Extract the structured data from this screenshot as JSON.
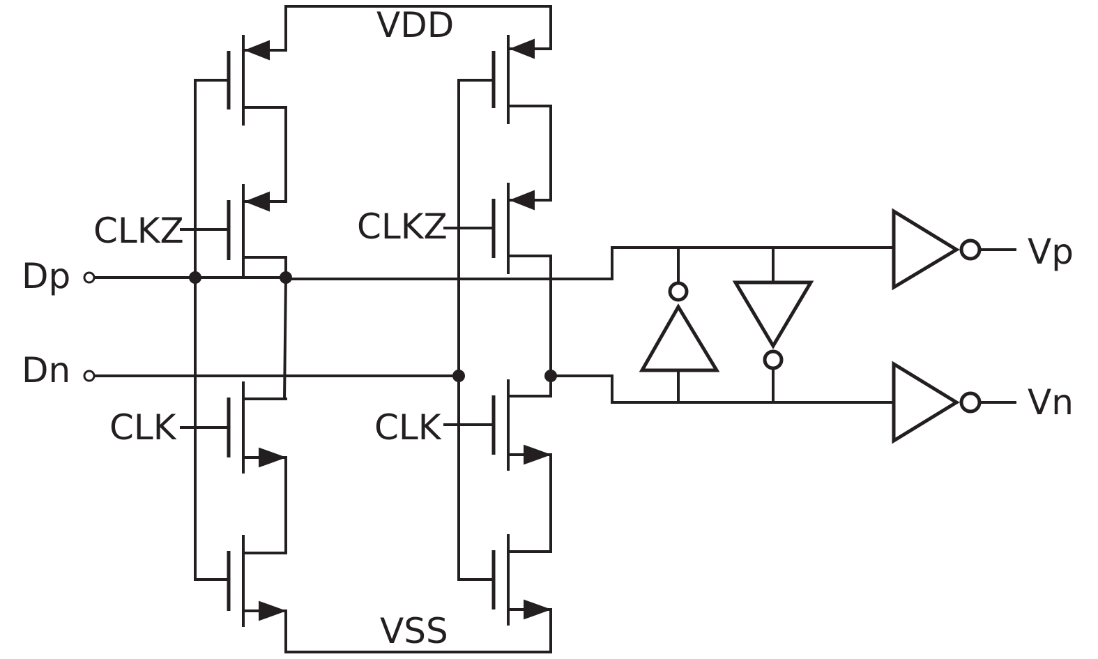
{
  "labels": {
    "vdd": "VDD",
    "vss": "VSS",
    "clkz_left": "CLKZ",
    "clkz_right": "CLKZ",
    "clk_left": "CLK",
    "clk_right": "CLK",
    "dp": "Dp",
    "dn": "Dn",
    "vp": "Vp",
    "vn": "Vn"
  },
  "colors": {
    "ink": "#231f20",
    "background": "#ffffff"
  }
}
